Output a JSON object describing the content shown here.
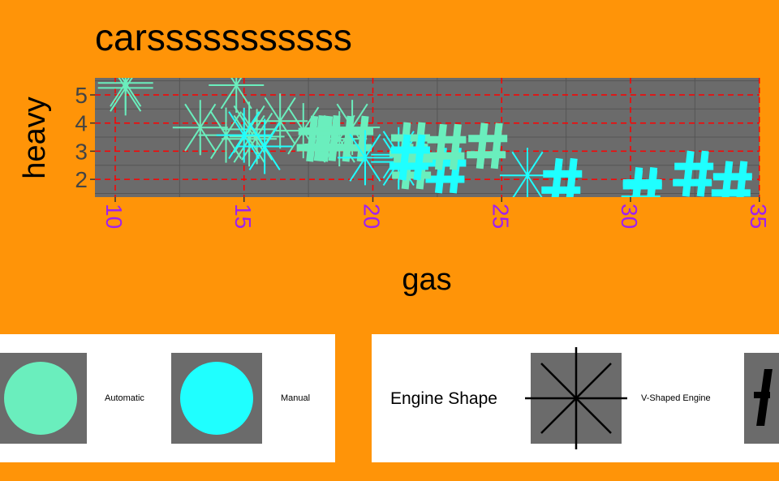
{
  "chart_data": {
    "type": "scatter",
    "title": "carsssssssssss",
    "xlabel": "gas",
    "ylabel": "heavy",
    "xlim": [
      9.2,
      35
    ],
    "ylim": [
      1.3,
      5.6
    ],
    "x_ticks": [
      "10",
      "15",
      "20",
      "25",
      "30",
      "35"
    ],
    "y_ticks": [
      "2",
      "3",
      "4",
      "5"
    ],
    "grid": true,
    "colors": {
      "Automatic": "#6AEEBD",
      "Manual": "#1FFFFF",
      "panel": "#6B6B6B",
      "grid_major": "#FF0000",
      "background": "#FF9408"
    },
    "points": [
      {
        "mpg": 21,
        "wt": 2.62,
        "am": "Manual",
        "vs": "V"
      },
      {
        "mpg": 21,
        "wt": 2.875,
        "am": "Manual",
        "vs": "V"
      },
      {
        "mpg": 22.8,
        "wt": 2.32,
        "am": "Manual",
        "vs": "S"
      },
      {
        "mpg": 21.4,
        "wt": 3.215,
        "am": "Automatic",
        "vs": "S"
      },
      {
        "mpg": 18.7,
        "wt": 3.44,
        "am": "Automatic",
        "vs": "V"
      },
      {
        "mpg": 18.1,
        "wt": 3.46,
        "am": "Automatic",
        "vs": "S"
      },
      {
        "mpg": 14.3,
        "wt": 3.57,
        "am": "Automatic",
        "vs": "V"
      },
      {
        "mpg": 24.4,
        "wt": 3.19,
        "am": "Automatic",
        "vs": "S"
      },
      {
        "mpg": 22.8,
        "wt": 3.15,
        "am": "Automatic",
        "vs": "S"
      },
      {
        "mpg": 19.2,
        "wt": 3.44,
        "am": "Automatic",
        "vs": "S"
      },
      {
        "mpg": 17.8,
        "wt": 3.44,
        "am": "Automatic",
        "vs": "S"
      },
      {
        "mpg": 16.4,
        "wt": 4.07,
        "am": "Automatic",
        "vs": "V"
      },
      {
        "mpg": 17.3,
        "wt": 3.73,
        "am": "Automatic",
        "vs": "V"
      },
      {
        "mpg": 15.2,
        "wt": 3.78,
        "am": "Automatic",
        "vs": "V"
      },
      {
        "mpg": 10.4,
        "wt": 5.25,
        "am": "Automatic",
        "vs": "V"
      },
      {
        "mpg": 10.4,
        "wt": 5.424,
        "am": "Automatic",
        "vs": "V"
      },
      {
        "mpg": 14.7,
        "wt": 5.345,
        "am": "Automatic",
        "vs": "V"
      },
      {
        "mpg": 32.4,
        "wt": 2.2,
        "am": "Manual",
        "vs": "S"
      },
      {
        "mpg": 30.4,
        "wt": 1.615,
        "am": "Manual",
        "vs": "S"
      },
      {
        "mpg": 33.9,
        "wt": 1.835,
        "am": "Manual",
        "vs": "S"
      },
      {
        "mpg": 21.5,
        "wt": 2.465,
        "am": "Automatic",
        "vs": "S"
      },
      {
        "mpg": 15.5,
        "wt": 3.52,
        "am": "Automatic",
        "vs": "V"
      },
      {
        "mpg": 15.2,
        "wt": 3.435,
        "am": "Automatic",
        "vs": "V"
      },
      {
        "mpg": 13.3,
        "wt": 3.84,
        "am": "Automatic",
        "vs": "V"
      },
      {
        "mpg": 19.2,
        "wt": 3.845,
        "am": "Automatic",
        "vs": "V"
      },
      {
        "mpg": 27.3,
        "wt": 1.935,
        "am": "Manual",
        "vs": "S"
      },
      {
        "mpg": 26,
        "wt": 2.14,
        "am": "Manual",
        "vs": "V"
      },
      {
        "mpg": 30.4,
        "wt": 1.513,
        "am": "Manual",
        "vs": "S"
      },
      {
        "mpg": 15.8,
        "wt": 3.17,
        "am": "Manual",
        "vs": "V"
      },
      {
        "mpg": 19.7,
        "wt": 2.77,
        "am": "Manual",
        "vs": "V"
      },
      {
        "mpg": 15,
        "wt": 3.57,
        "am": "Manual",
        "vs": "V"
      },
      {
        "mpg": 21.4,
        "wt": 2.78,
        "am": "Manual",
        "vs": "S"
      }
    ],
    "legend": {
      "color_items": [
        "Automatic",
        "Manual"
      ],
      "shape_title": "Engine Shape",
      "shape_items": [
        "V-Shaped Engine"
      ],
      "placement": "bottom"
    }
  }
}
